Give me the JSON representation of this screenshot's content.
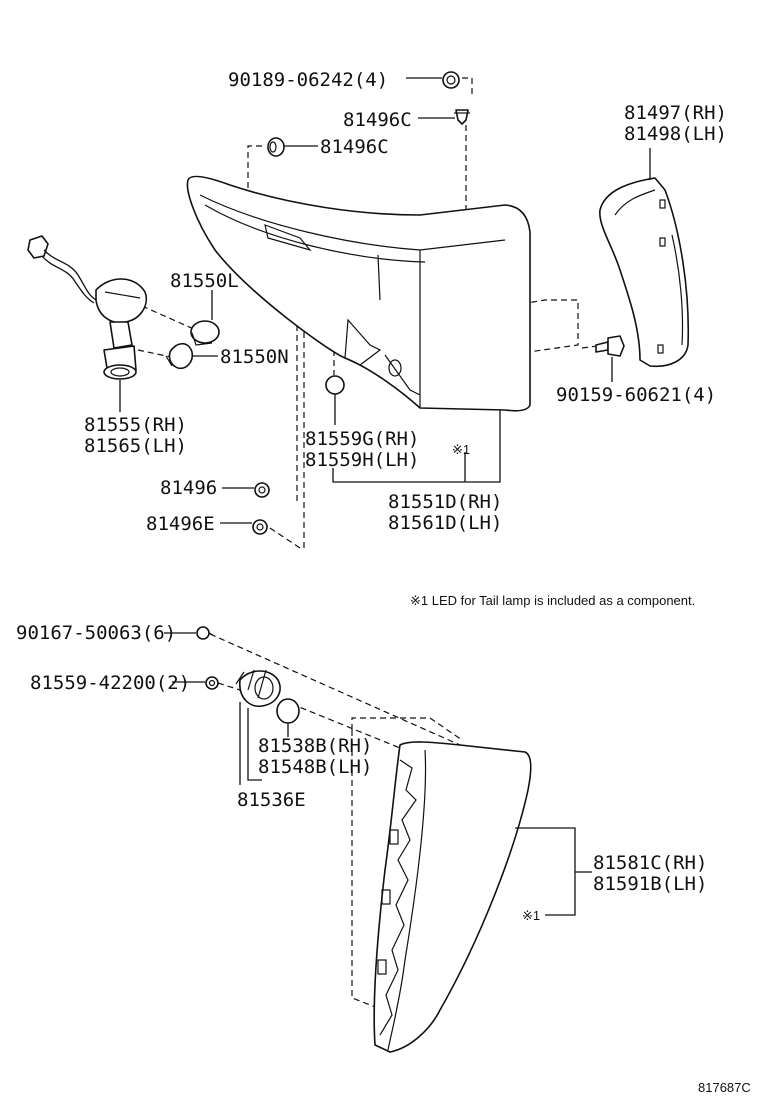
{
  "labels": {
    "bolt_top": "90189-06242(4)",
    "clip_c1": "81496C",
    "clip_c2": "81496C",
    "bracket_rh": "81497(RH)",
    "bracket_lh": "81498(LH)",
    "bulb_l": "81550L",
    "bulb_n": "81550N",
    "socket_rh": "81555(RH)",
    "socket_lh": "81565(LH)",
    "screw_bracket": "90159-60621(4)",
    "grommet_rh": "81559G(RH)",
    "grommet_lh": "81559H(LH)",
    "note_mark_upper": "※1",
    "clip_plain": "81496",
    "lamp_rh": "81551D(RH)",
    "clip_e": "81496E",
    "lamp_lh": "81561D(LH)",
    "footnote": "※1 LED for Tail lamp is included as a component.",
    "screw_lower": "90167-50063(6)",
    "nut_lower": "81559-42200(2)",
    "gasket_rh": "81538B(RH)",
    "gasket_lh": "81548B(LH)",
    "socket_assy": "81536E",
    "rear_lamp_rh": "81581C(RH)",
    "rear_lamp_lh": "81591B(LH)",
    "note_mark_lower": "※1",
    "diagram_id": "817687C"
  }
}
